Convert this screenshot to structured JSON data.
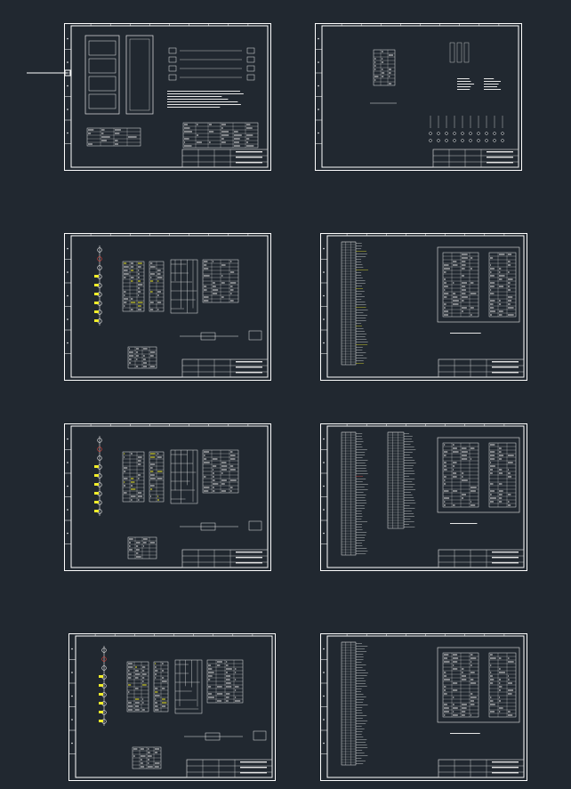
{
  "colors": {
    "background": "#212830",
    "linework": "#e6e6e6",
    "highlight": "#f2ee2a",
    "accent_red": "#e0453a",
    "frame": "#ffffff"
  },
  "crosshair_cursor": true,
  "sheets": [
    {
      "id": "sheet-1",
      "has_cabinet_elevation": true,
      "has_single_line": true,
      "highlight_yellow": false
    },
    {
      "id": "sheet-2",
      "has_terminal_symbols": true,
      "highlight_yellow": false
    },
    {
      "id": "sheet-3",
      "has_wiring_diagram": true,
      "highlight_yellow": true
    },
    {
      "id": "sheet-4",
      "has_terminal_table": true,
      "highlight_yellow": true
    },
    {
      "id": "sheet-5",
      "has_wiring_diagram": true,
      "highlight_yellow": true
    },
    {
      "id": "sheet-6",
      "has_terminal_table": true,
      "highlight_yellow": false,
      "highlight_red": true
    },
    {
      "id": "sheet-7",
      "has_wiring_diagram": true,
      "highlight_yellow": true
    },
    {
      "id": "sheet-8",
      "has_terminal_table": true,
      "highlight_yellow": false
    }
  ]
}
